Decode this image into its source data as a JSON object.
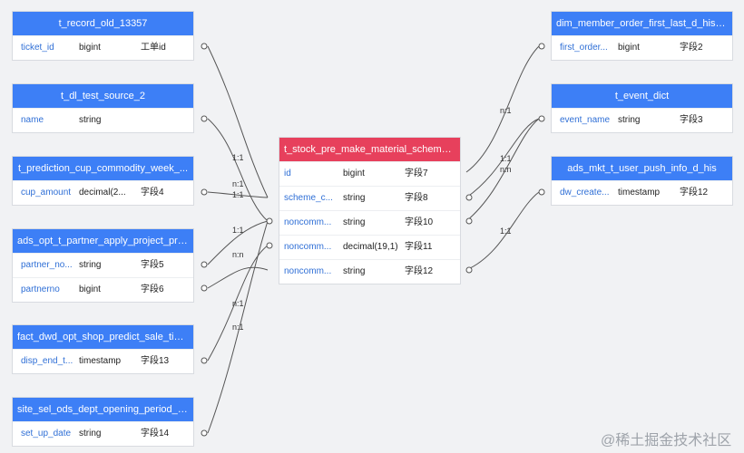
{
  "tables": {
    "t1": {
      "title": "t_record_old_13357",
      "rows": [
        {
          "name": "ticket_id",
          "type": "bigint",
          "comment": "工单id"
        }
      ]
    },
    "t2": {
      "title": "t_dl_test_source_2",
      "rows": [
        {
          "name": "name",
          "type": "string",
          "comment": ""
        }
      ]
    },
    "t3": {
      "title": "t_prediction_cup_commodity_week_...",
      "rows": [
        {
          "name": "cup_amount",
          "type": "decimal(2...",
          "comment": "字段4"
        }
      ]
    },
    "t4": {
      "title": "ads_opt_t_partner_apply_project_pro...",
      "rows": [
        {
          "name": "partner_no...",
          "type": "string",
          "comment": "字段5"
        },
        {
          "name": "partnerno",
          "type": "bigint",
          "comment": "字段6"
        }
      ]
    },
    "t5": {
      "title": "fact_dwd_opt_shop_predict_sale_tim...",
      "rows": [
        {
          "name": "disp_end_t...",
          "type": "timestamp",
          "comment": "字段13"
        }
      ]
    },
    "t6": {
      "title": "site_sel_ods_dept_opening_period_c...",
      "rows": [
        {
          "name": "set_up_date",
          "type": "string",
          "comment": "字段14"
        }
      ]
    },
    "center": {
      "title": "t_stock_pre_make_material_scheme_...",
      "rows": [
        {
          "name": "id",
          "type": "bigint",
          "comment": "字段7"
        },
        {
          "name": "scheme_c...",
          "type": "string",
          "comment": "字段8"
        },
        {
          "name": "noncomm...",
          "type": "string",
          "comment": "字段10"
        },
        {
          "name": "noncomm...",
          "type": "decimal(19,1)",
          "comment": "字段11"
        },
        {
          "name": "noncomm...",
          "type": "string",
          "comment": "字段12"
        }
      ]
    },
    "r1": {
      "title": "dim_member_order_first_last_d_his_...",
      "rows": [
        {
          "name": "first_order...",
          "type": "bigint",
          "comment": "字段2"
        }
      ]
    },
    "r2": {
      "title": "t_event_dict",
      "rows": [
        {
          "name": "event_name",
          "type": "string",
          "comment": "字段3"
        }
      ]
    },
    "r3": {
      "title": "ads_mkt_t_user_push_info_d_his",
      "rows": [
        {
          "name": "dw_create...",
          "type": "timestamp",
          "comment": "字段12"
        }
      ]
    }
  },
  "edges": [
    "1:1",
    "n:1",
    "1:1",
    "n:n",
    "1:1",
    "n:1",
    "n:1",
    "1:1",
    "n:n",
    "1:1"
  ],
  "colors": {
    "header": "#3d7ff6",
    "center_header": "#e7405c",
    "line": "#555555"
  },
  "watermark": "@稀土掘金技术社区"
}
